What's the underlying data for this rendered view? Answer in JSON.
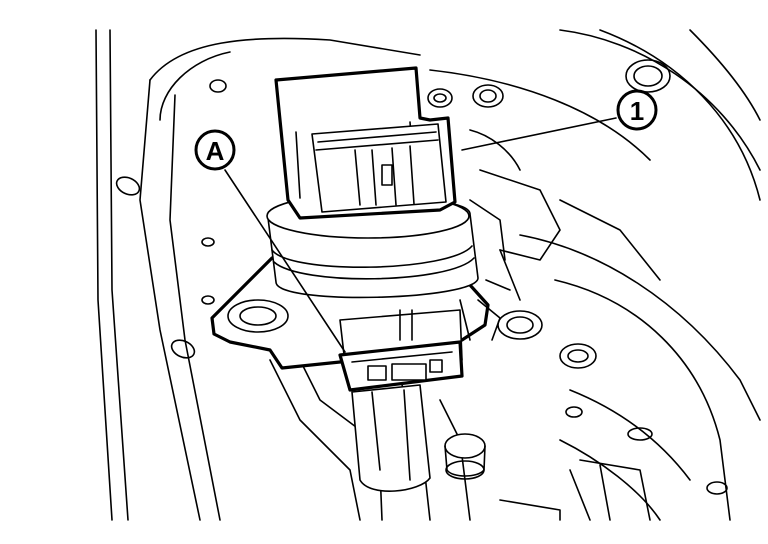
{
  "callouts": [
    {
      "id": "callout-1",
      "text": "1"
    },
    {
      "id": "callout-a",
      "text": "A"
    }
  ]
}
